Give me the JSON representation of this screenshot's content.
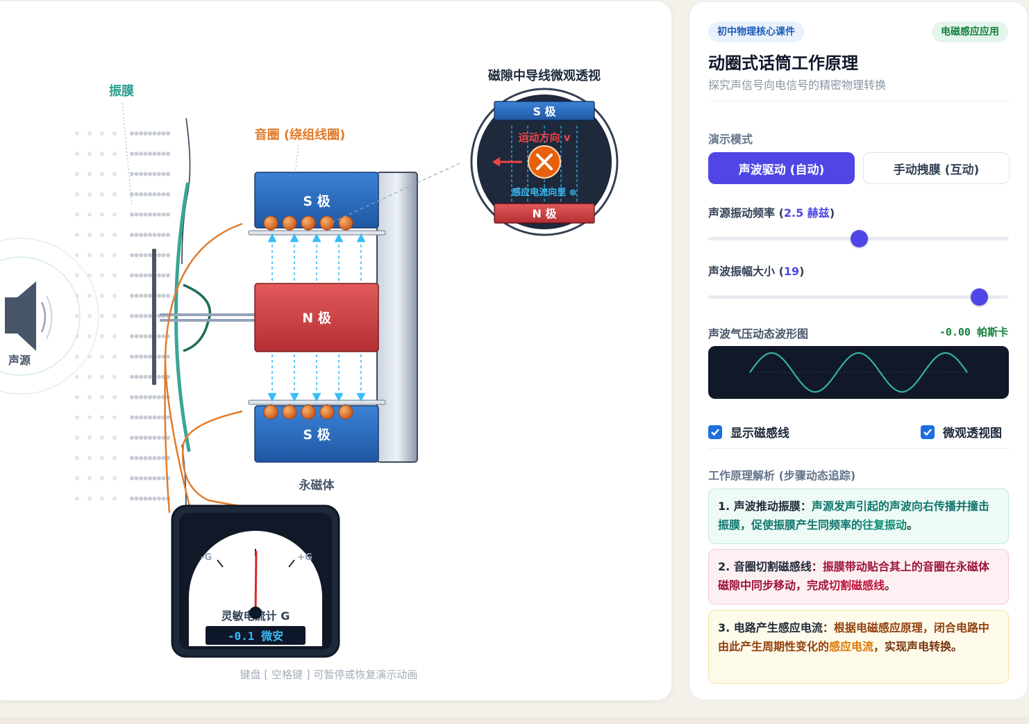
{
  "diagram": {
    "labels": {
      "diaphragm": "振膜",
      "coil": "音圈 (绕组线圈)",
      "sound_source": "声源",
      "magnet": "永磁体",
      "s_pole": "S 极",
      "n_pole": "N 极",
      "micro_title": "磁隙中导线微观透视",
      "micro_s_pole": "S 极",
      "micro_n_pole": "N 极",
      "micro_motion": "运动方向 v",
      "micro_current": "感应电流向里 ⊗",
      "galvanometer": "灵敏电流计 G",
      "gauge_minus": "-G",
      "gauge_zero": "0",
      "gauge_plus": "+G",
      "gauge_reading": "-0.1 微安"
    },
    "hint": "键盘 [ 空格键 ] 可暂停或恢复演示动画"
  },
  "panel": {
    "tag_left": "初中物理核心课件",
    "tag_right": "电磁感应应用",
    "title": "动圈式话筒工作原理",
    "subtitle": "探究声信号向电信号的精密物理转换",
    "mode_label": "演示模式",
    "mode_active": "声波驱动 (自动)",
    "mode_idle": "手动拽膜 (互动)",
    "freq_label": "声源振动频率 (",
    "freq_value": "2.5 赫兹",
    "freq_close": ")",
    "freq_fraction": 0.5,
    "amp_label": "声波振幅大小 (",
    "amp_value": "19",
    "amp_close": ")",
    "amp_fraction": 0.9,
    "wave_label": "声波气压动态波形图",
    "wave_value": "-0.00 帕斯卡",
    "show_field": "显示磁感线",
    "micro_view": "微观透视图",
    "steps_label": "工作原理解析 (步骤动态追踪)",
    "step1_title": "1. 声波推动振膜",
    "step1_sep": "：",
    "step1_a": "声源发声引起的声波向右传播并撞击振膜，促使振膜产生同频率的",
    "step1_hl": "往复振动",
    "step1_end": "。",
    "step2_title": "2. 音圈切割磁感线",
    "step2_sep": "：",
    "step2_a": "振膜带动贴合其上的音圈在永磁体磁隙中同步移动，完成",
    "step2_hl": "切割磁感线",
    "step2_end": "。",
    "step3_title": "3. 电路产生感应电流",
    "step3_sep": "：",
    "step3_a": "根据电磁感应原理，闭合电路中由此产生周期性变化的",
    "step3_hl": "感应电流",
    "step3_end": "，实现声电转换。"
  },
  "colors": {
    "accent": "#4f46e5",
    "diaphragm": "#3aa693",
    "wire": "#e07b2b",
    "s_pole": "#2e6fbf",
    "n_pole": "#d34848",
    "field_line": "#38bdf8"
  }
}
